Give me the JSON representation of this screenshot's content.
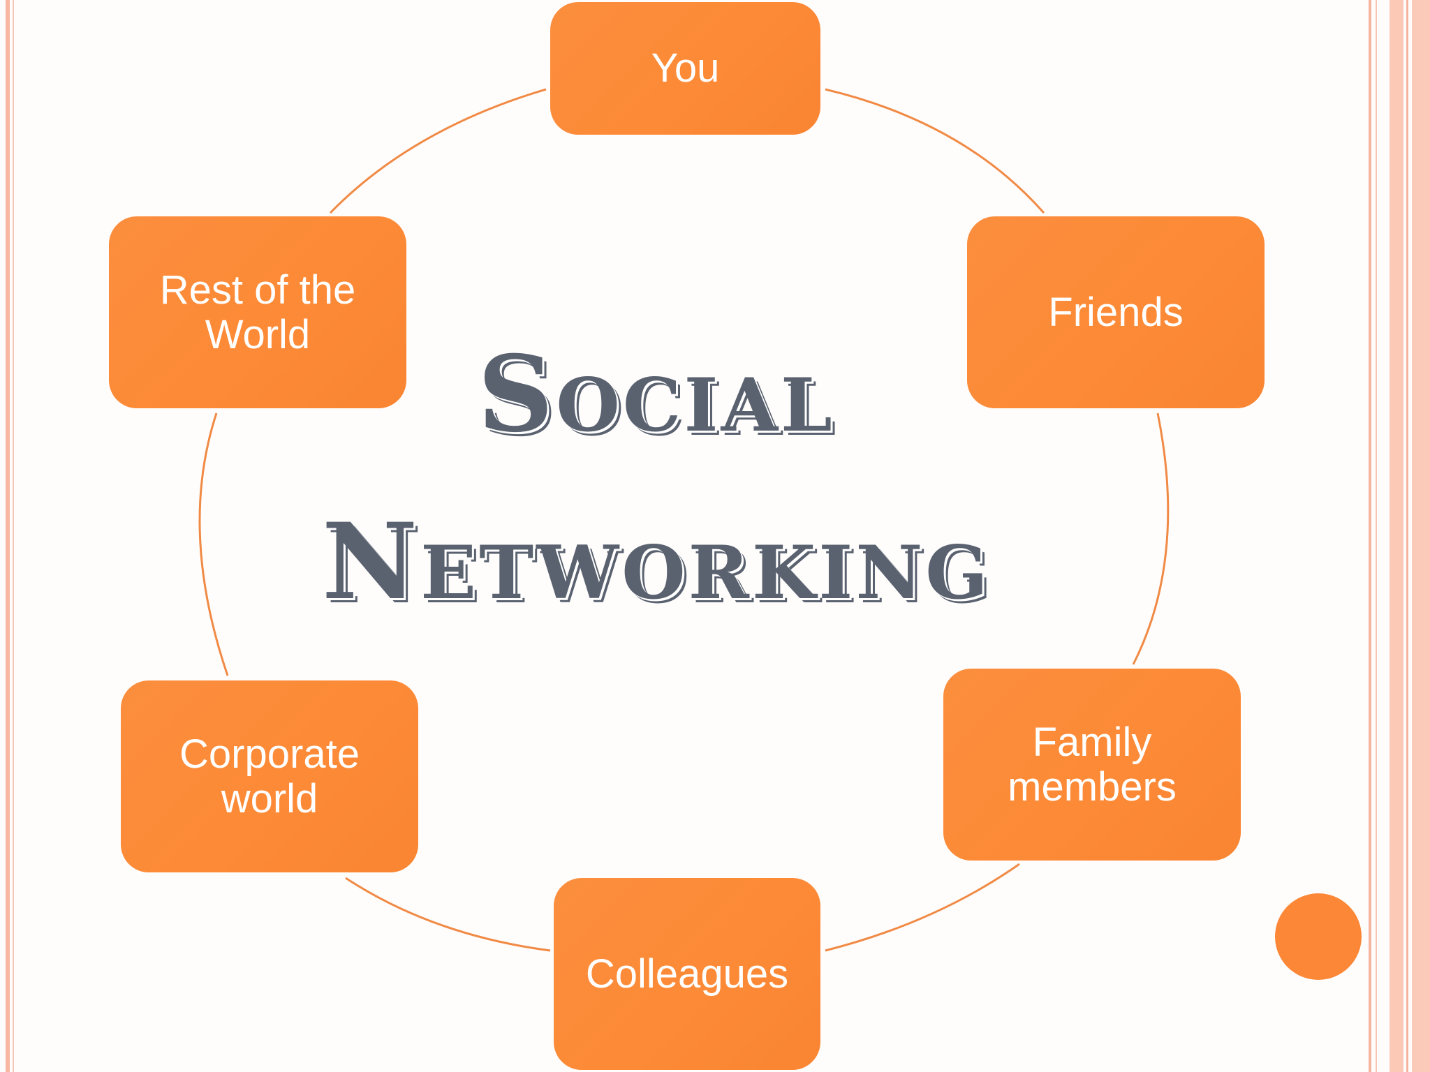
{
  "title": {
    "line1": "Social",
    "line2": "Networking"
  },
  "nodes": {
    "you": "You",
    "friends": "Friends",
    "family": "Family\nmembers",
    "colleagues": "Colleagues",
    "corporate": "Corporate\nworld",
    "rest": "Rest of the\nWorld"
  },
  "colors": {
    "node_fill": "#fd8a36",
    "ring_stroke": "#f08a45",
    "title_text": "#5a6270",
    "accent_dot": "#fb8737",
    "border_stripes": "#f8b7a3"
  }
}
